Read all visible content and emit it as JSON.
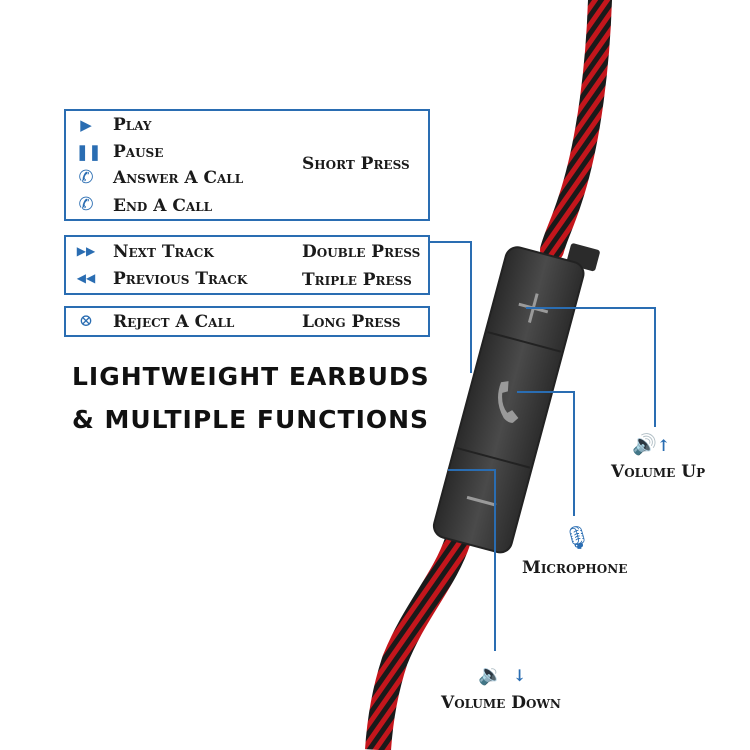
{
  "short_press_box": {
    "items": [
      {
        "icon": "play-icon",
        "label": "Play"
      },
      {
        "icon": "pause-icon",
        "label": "Pause"
      },
      {
        "icon": "phone-icon",
        "label": "Answer A Call"
      },
      {
        "icon": "end-call-icon",
        "label": "End A Call"
      }
    ],
    "action": "Short Press"
  },
  "track_box": {
    "items": [
      {
        "icon": "fast-forward-icon",
        "label": "Next Track",
        "action": "Double Press"
      },
      {
        "icon": "rewind-icon",
        "label": "Previous Track",
        "action": "Triple Press"
      }
    ]
  },
  "reject_box": {
    "icon": "reject-icon",
    "label": "Reject A Call",
    "action": "Long Press"
  },
  "headline": {
    "line1": "LIGHTWEIGHT EARBUDS",
    "line2": "& MULTIPLE FUNCTIONS"
  },
  "callouts": {
    "volume_up": "Volume Up",
    "microphone": "Microphone",
    "volume_down": "Volume Down"
  },
  "colors": {
    "accent": "#2a6db2",
    "cable": "#c4161c",
    "remote": "#3a3a3a"
  }
}
